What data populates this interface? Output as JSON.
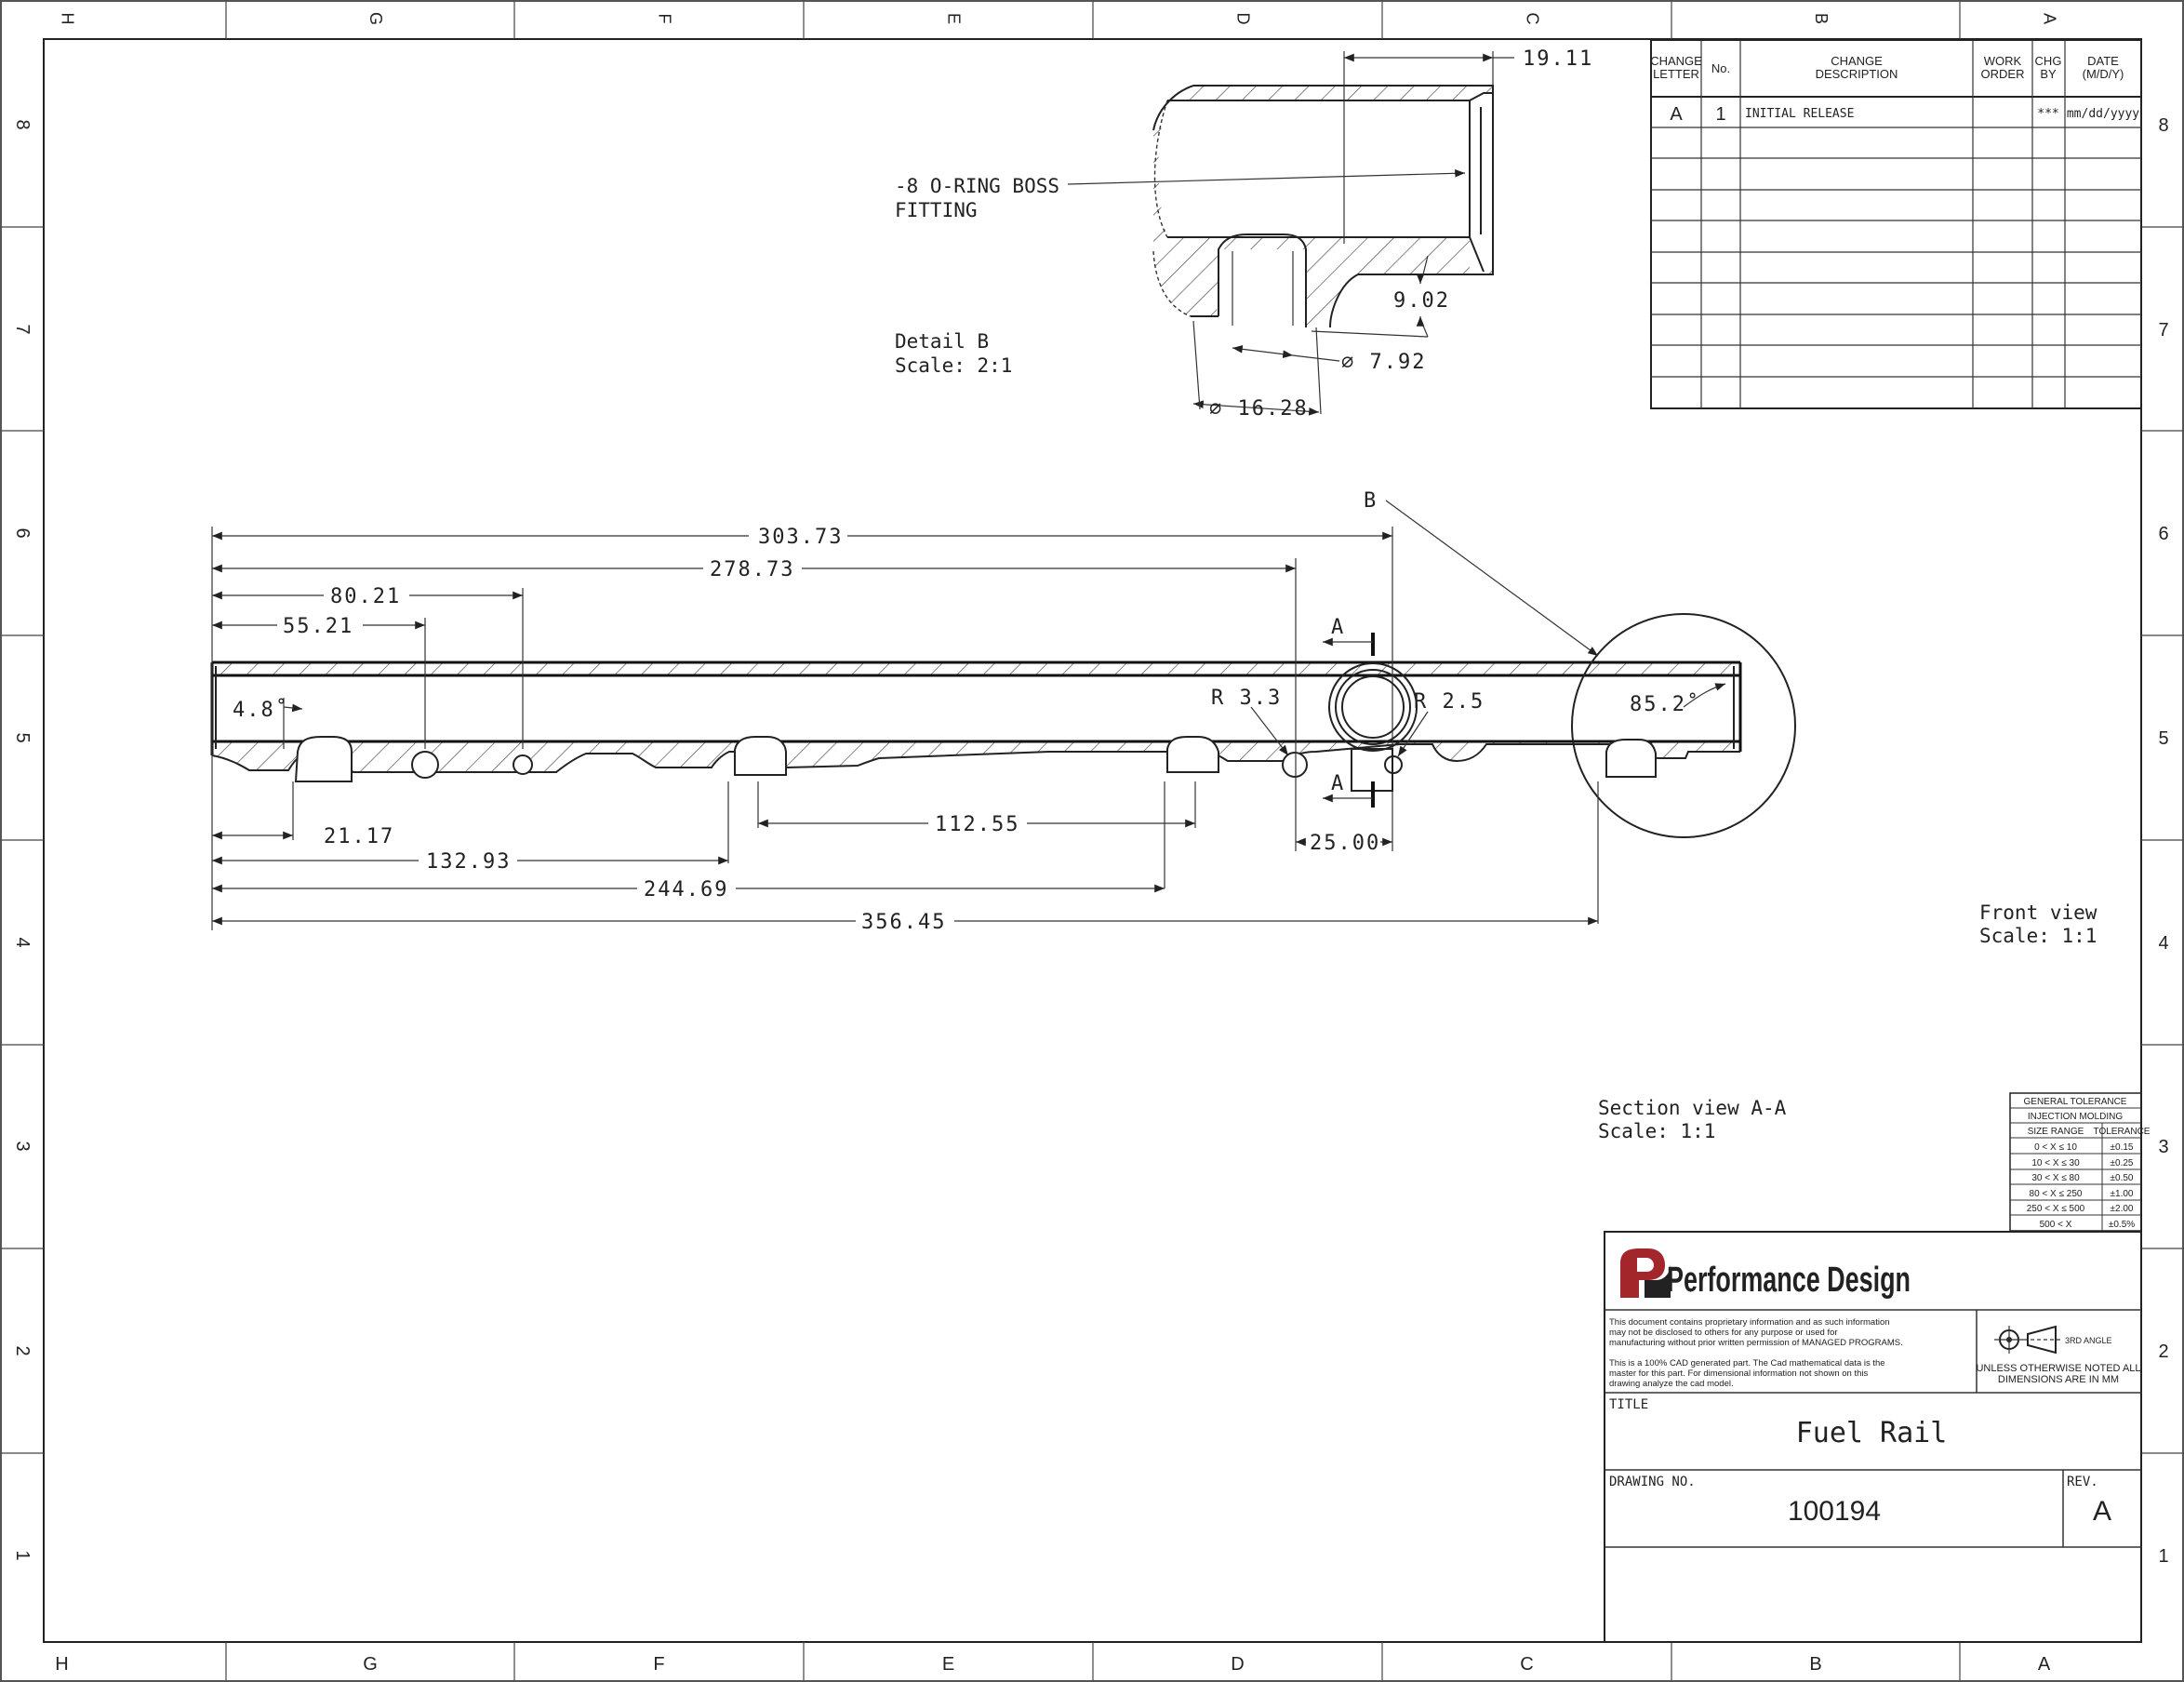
{
  "border": {
    "columns": [
      "H",
      "G",
      "F",
      "E",
      "D",
      "C",
      "B",
      "A"
    ],
    "rows": [
      "8",
      "7",
      "6",
      "5",
      "4",
      "3",
      "2",
      "1"
    ]
  },
  "revision_table": {
    "headers": {
      "change_letter": [
        "CHANGE",
        "LETTER"
      ],
      "no": "No.",
      "change_description": [
        "CHANGE",
        "DESCRIPTION"
      ],
      "work_order": [
        "WORK",
        "ORDER"
      ],
      "chg_by": [
        "CHG",
        "BY"
      ],
      "date": [
        "DATE",
        "(M/D/Y)"
      ]
    },
    "rows": [
      {
        "letter": "A",
        "no": "1",
        "description": "INITIAL RELEASE",
        "work_order": "",
        "chg_by": "***",
        "date": "mm/dd/yyyy"
      }
    ]
  },
  "detail_b": {
    "label": "Detail B",
    "scale": "Scale:  2:1",
    "note_line1": "-8 O-RING BOSS",
    "note_line2": "FITTING",
    "dims": {
      "d1": "19.11",
      "d2": "9.02",
      "d3": "∅ 7.92",
      "d4": "∅ 16.28"
    }
  },
  "section_view": {
    "label": "Section view A-A",
    "scale": "Scale:  1:1",
    "detail_ref": "B",
    "dims": {
      "d303": "303.73",
      "d278": "278.73",
      "d80": "80.21",
      "d55": "55.21",
      "ang1": "4.8˚",
      "r33": "R 3.3",
      "r25": "R 2.5",
      "ang2": "85.2˚",
      "d21": "21.17",
      "d132": "132.93",
      "d112": "112.55",
      "d244": "244.69",
      "d25": "25.00",
      "d356": "356.45"
    }
  },
  "front_view": {
    "label": "Front view",
    "scale": "Scale:  1:1",
    "section_marker": "A"
  },
  "tolerance_table": {
    "title": "GENERAL TOLERANCE",
    "subtitle": "INJECTION MOLDING",
    "col_size": "SIZE RANGE",
    "col_tol": "TOLERANCE",
    "rows": [
      {
        "range": "0 < X ≤ 10",
        "tol": "±0.15"
      },
      {
        "range": "10 < X ≤ 30",
        "tol": "±0.25"
      },
      {
        "range": "30 < X ≤ 80",
        "tol": "±0.50"
      },
      {
        "range": "80 < X ≤ 250",
        "tol": "±1.00"
      },
      {
        "range": "250 < X ≤ 500",
        "tol": "±2.00"
      },
      {
        "range": "500 < X",
        "tol": "±0.5%"
      }
    ]
  },
  "title_block": {
    "company": "Performance Design",
    "logo_color": "#a3262a",
    "disclaimer1": [
      "This document contains proprietary information and as such information",
      "may not be disclosed to others for any purpose or used for",
      "manufacturing without prior written permission of MANAGED PROGRAMS."
    ],
    "disclaimer2": [
      "This is a 100% CAD generated part.  The Cad mathematical data is the",
      "master for this part.  For dimensional information not shown on this",
      "drawing analyze the cad model."
    ],
    "angle_label": "3RD ANGLE",
    "units_line1": "UNLESS OTHERWISE NOTED ALL",
    "units_line2": "DIMENSIONS ARE IN MM",
    "title_label": "TITLE",
    "title": "Fuel Rail",
    "drawing_no_label": "DRAWING NO.",
    "drawing_no": "100194",
    "rev_label": "REV.",
    "rev": "A"
  }
}
